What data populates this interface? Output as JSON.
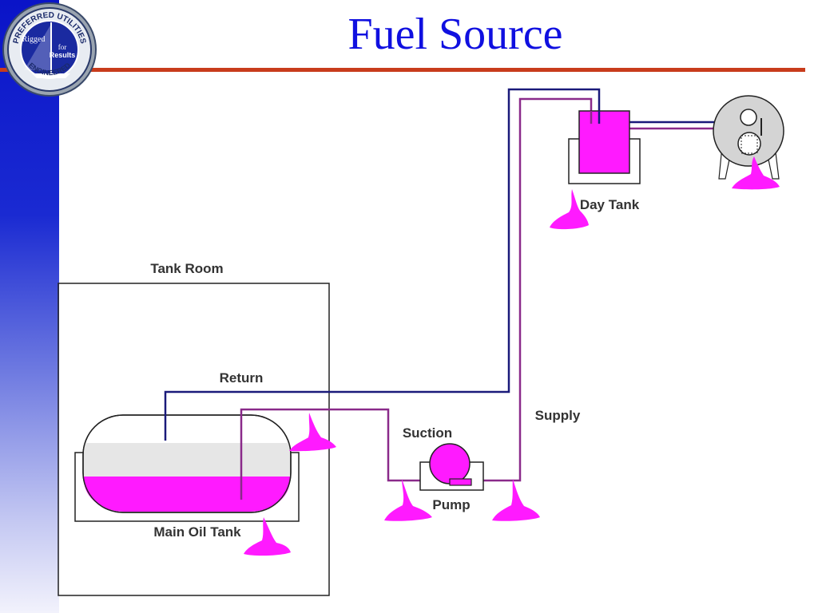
{
  "title": "Fuel Source",
  "logo": {
    "top_text": "PREFERRED UTILITIES",
    "bottom_text": "ENGINEERED",
    "left_text": "Rigged",
    "right_line1": "for",
    "right_line2": "Results"
  },
  "labels": {
    "tank_room": "Tank Room",
    "return": "Return",
    "supply": "Supply",
    "suction": "Suction",
    "pump": "Pump",
    "main_oil_tank": "Main Oil Tank",
    "day_tank": "Day Tank"
  },
  "colors": {
    "fuel": "#ff1aff",
    "return_line": "#1a1a7a",
    "supply_line": "#8a2a8a",
    "sidebar": "#0a14c8",
    "title": "#1010e0",
    "divider": "#c83c1c"
  }
}
